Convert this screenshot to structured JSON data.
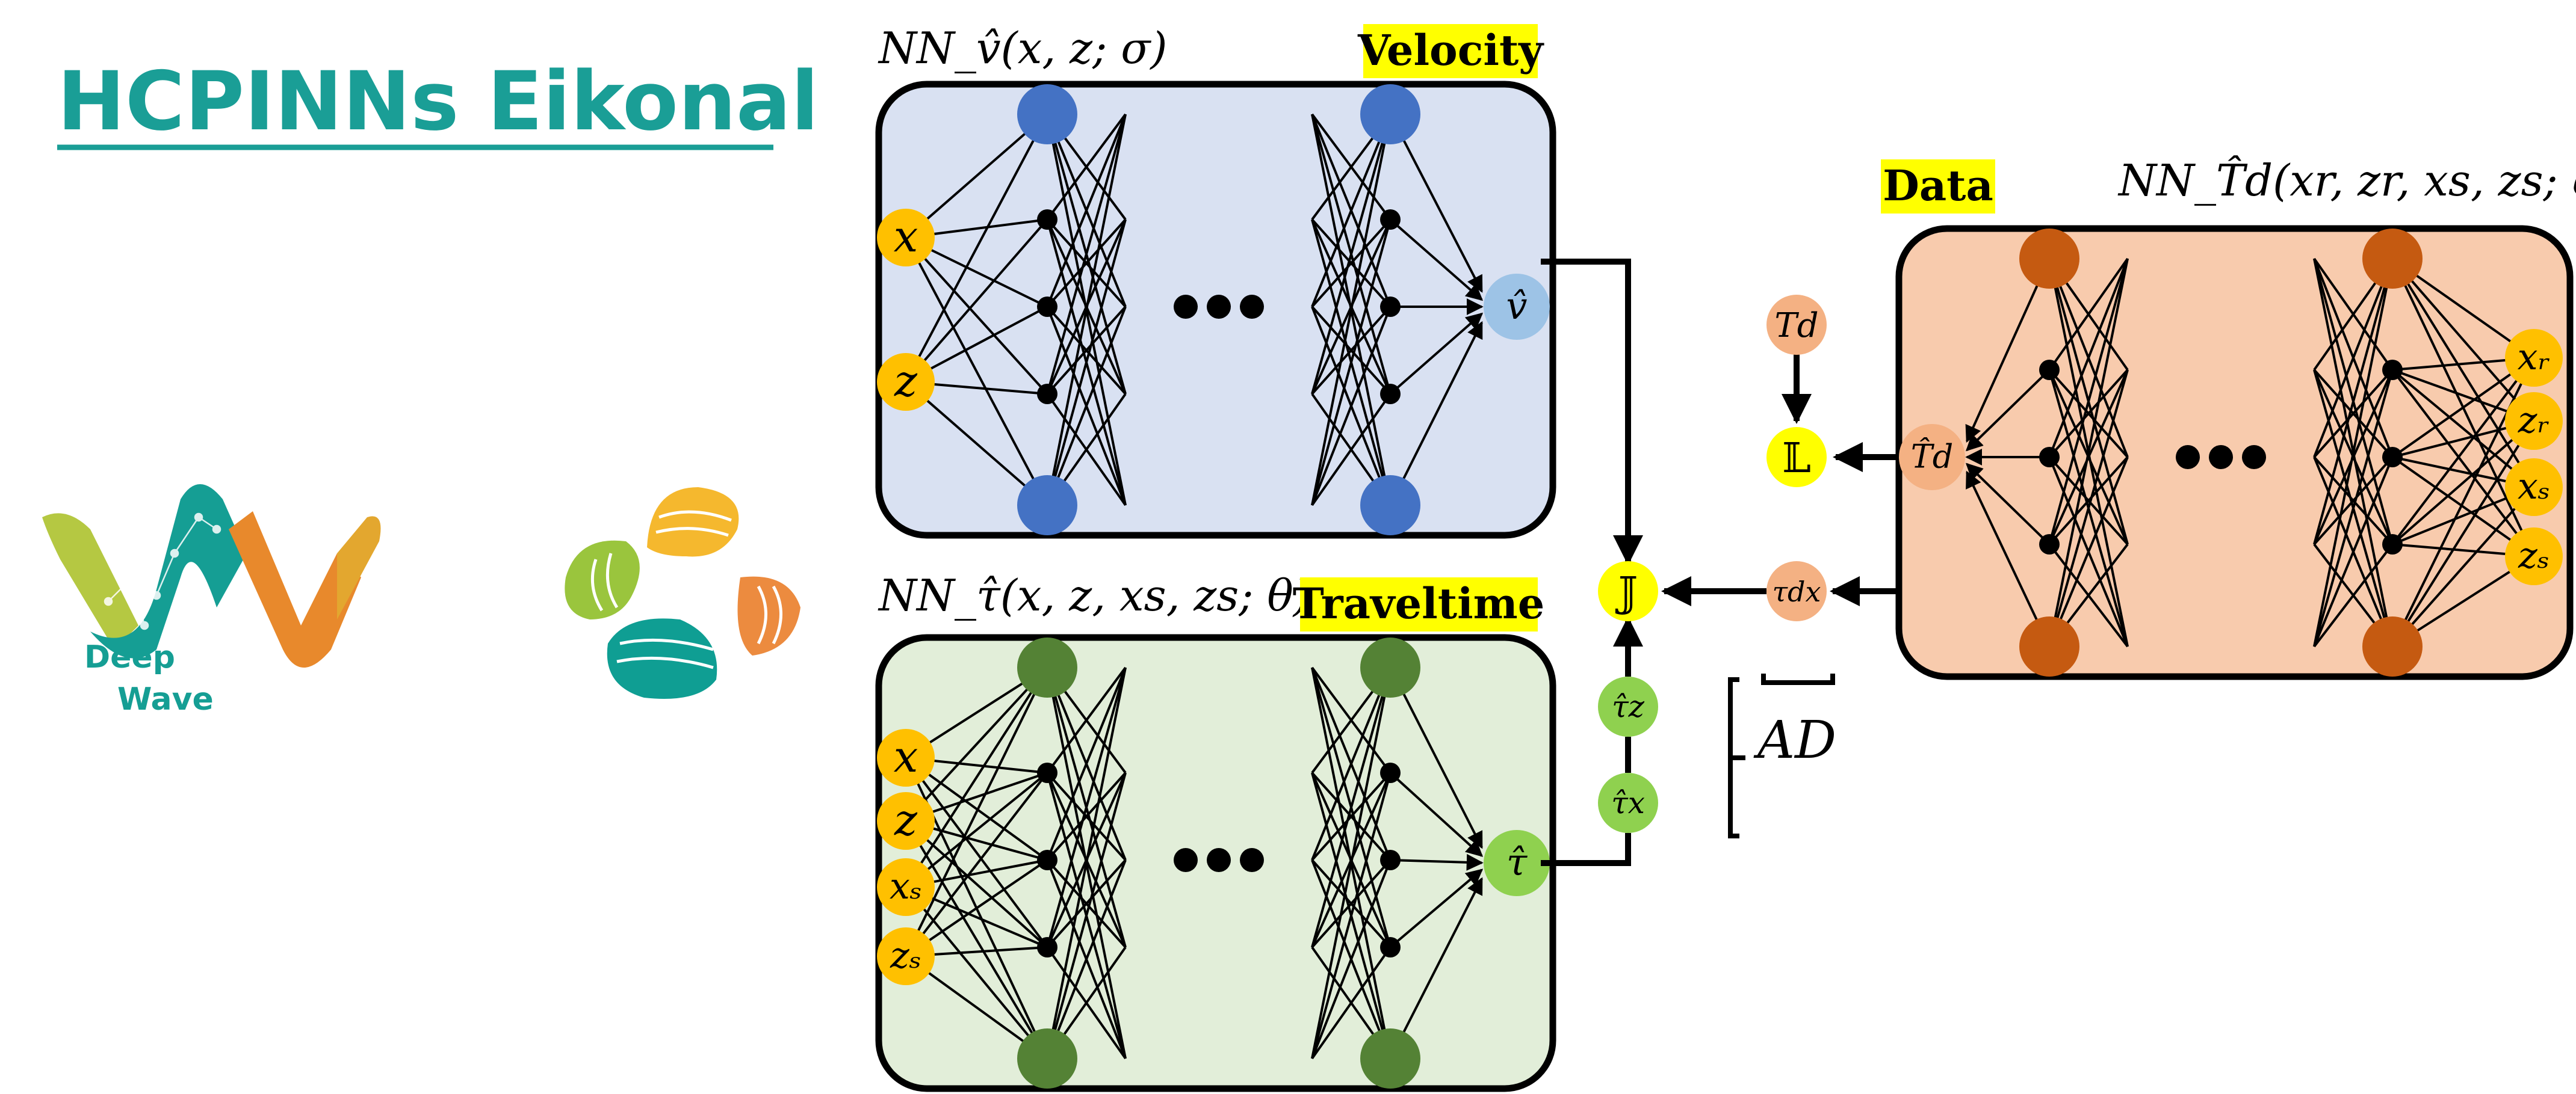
{
  "header": {
    "title": "HCPINNs Eikonal"
  },
  "colors": {
    "title_teal": "#1a9e96",
    "velocity_box": "#d9e1f2",
    "traveltime_box": "#e2eed9",
    "data_box": "#f8cbad",
    "blue_node": "#4472c4",
    "light_blue_node": "#9dc3e6",
    "dark_green_node": "#548235",
    "light_green_node": "#8fd14f",
    "dark_orange_node": "#c55a11",
    "light_orange_node": "#f4b183",
    "input_node": "#ffc000",
    "loss_node": "#ffff00",
    "highlight": "#ffff00"
  },
  "logos": {
    "deepwave": {
      "line1": "Deep",
      "line2": "Wave",
      "icon": "deepwave-logo-icon"
    },
    "kaust": {
      "icon": "kaust-logo-icon"
    }
  },
  "networks": {
    "velocity": {
      "badge": "Velocity",
      "label": "NN_v̂(x, z; σ)",
      "inputs": [
        "x",
        "z"
      ],
      "output": "v̂"
    },
    "traveltime": {
      "badge": "Traveltime",
      "label": "NN_τ̂(x, z, xs, zs; θ)",
      "inputs": [
        "x",
        "z",
        "xs",
        "zs"
      ],
      "output": "τ̂"
    },
    "data": {
      "badge": "Data",
      "label": "NN_T̂d(xr, zr, xs, zs; φ)",
      "inputs": [
        "xr",
        "zr",
        "xs",
        "zs"
      ],
      "output": "T̂d"
    }
  },
  "nodes": {
    "td": "Td",
    "loss_L": "𝕃",
    "loss_J": "𝕁",
    "tau_dx": "τdx",
    "tau_z": "τ̂z",
    "tau_x": "τ̂x"
  },
  "annotation": {
    "ad": "AD"
  }
}
